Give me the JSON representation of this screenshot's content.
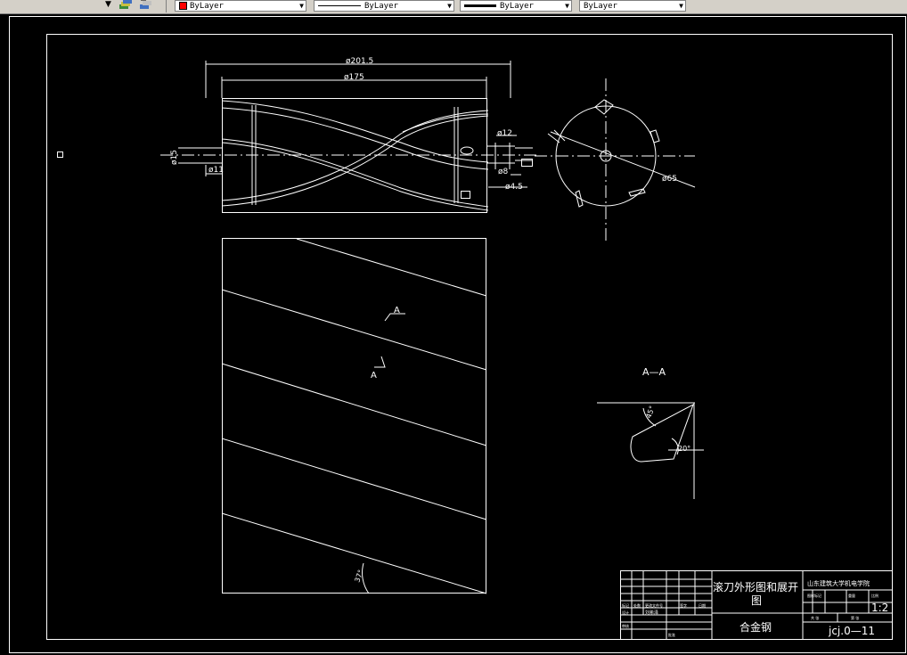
{
  "toolbar": {
    "layer_color_label": "ByLayer",
    "linetype_label": "ByLayer",
    "lineweight_label": "ByLayer",
    "plotstyle_label": "ByLayer"
  },
  "drawing": {
    "dim_outer_dia": "ø201.5",
    "dim_inner_dia": "ø175",
    "dim_shaft_15": "ø15",
    "dim_shaft_11": "ø11",
    "dim_12": "ø12",
    "dim_8": "ø8",
    "dim_4_5": "ø4.5",
    "dim_side_65": "ø65",
    "section_mark_a_top": "A",
    "section_mark_a_bottom": "A",
    "section_title": "A—A",
    "angle_45": "45°",
    "angle_20": "20°",
    "angle_37": "37°"
  },
  "title_block": {
    "drawing_name": "滚刀外形图和展开图",
    "institution": "山东建筑大学机电学院",
    "scale": "1:2",
    "material": "合金钢",
    "drawing_number": "jcj.0—11",
    "designer": "刘希泽",
    "hdr_marker": "标记",
    "hdr_count": "处数",
    "hdr_file": "更改文件号",
    "hdr_sign": "签字",
    "hdr_date": "日期",
    "hdr_design": "设计",
    "hdr_review": "审核",
    "hdr_approve": "批准",
    "hdr_stage": "图样标记",
    "hdr_weight": "重量",
    "hdr_scale": "比例",
    "hdr_sheet": "共 张",
    "hdr_sheet2": "第 张"
  }
}
